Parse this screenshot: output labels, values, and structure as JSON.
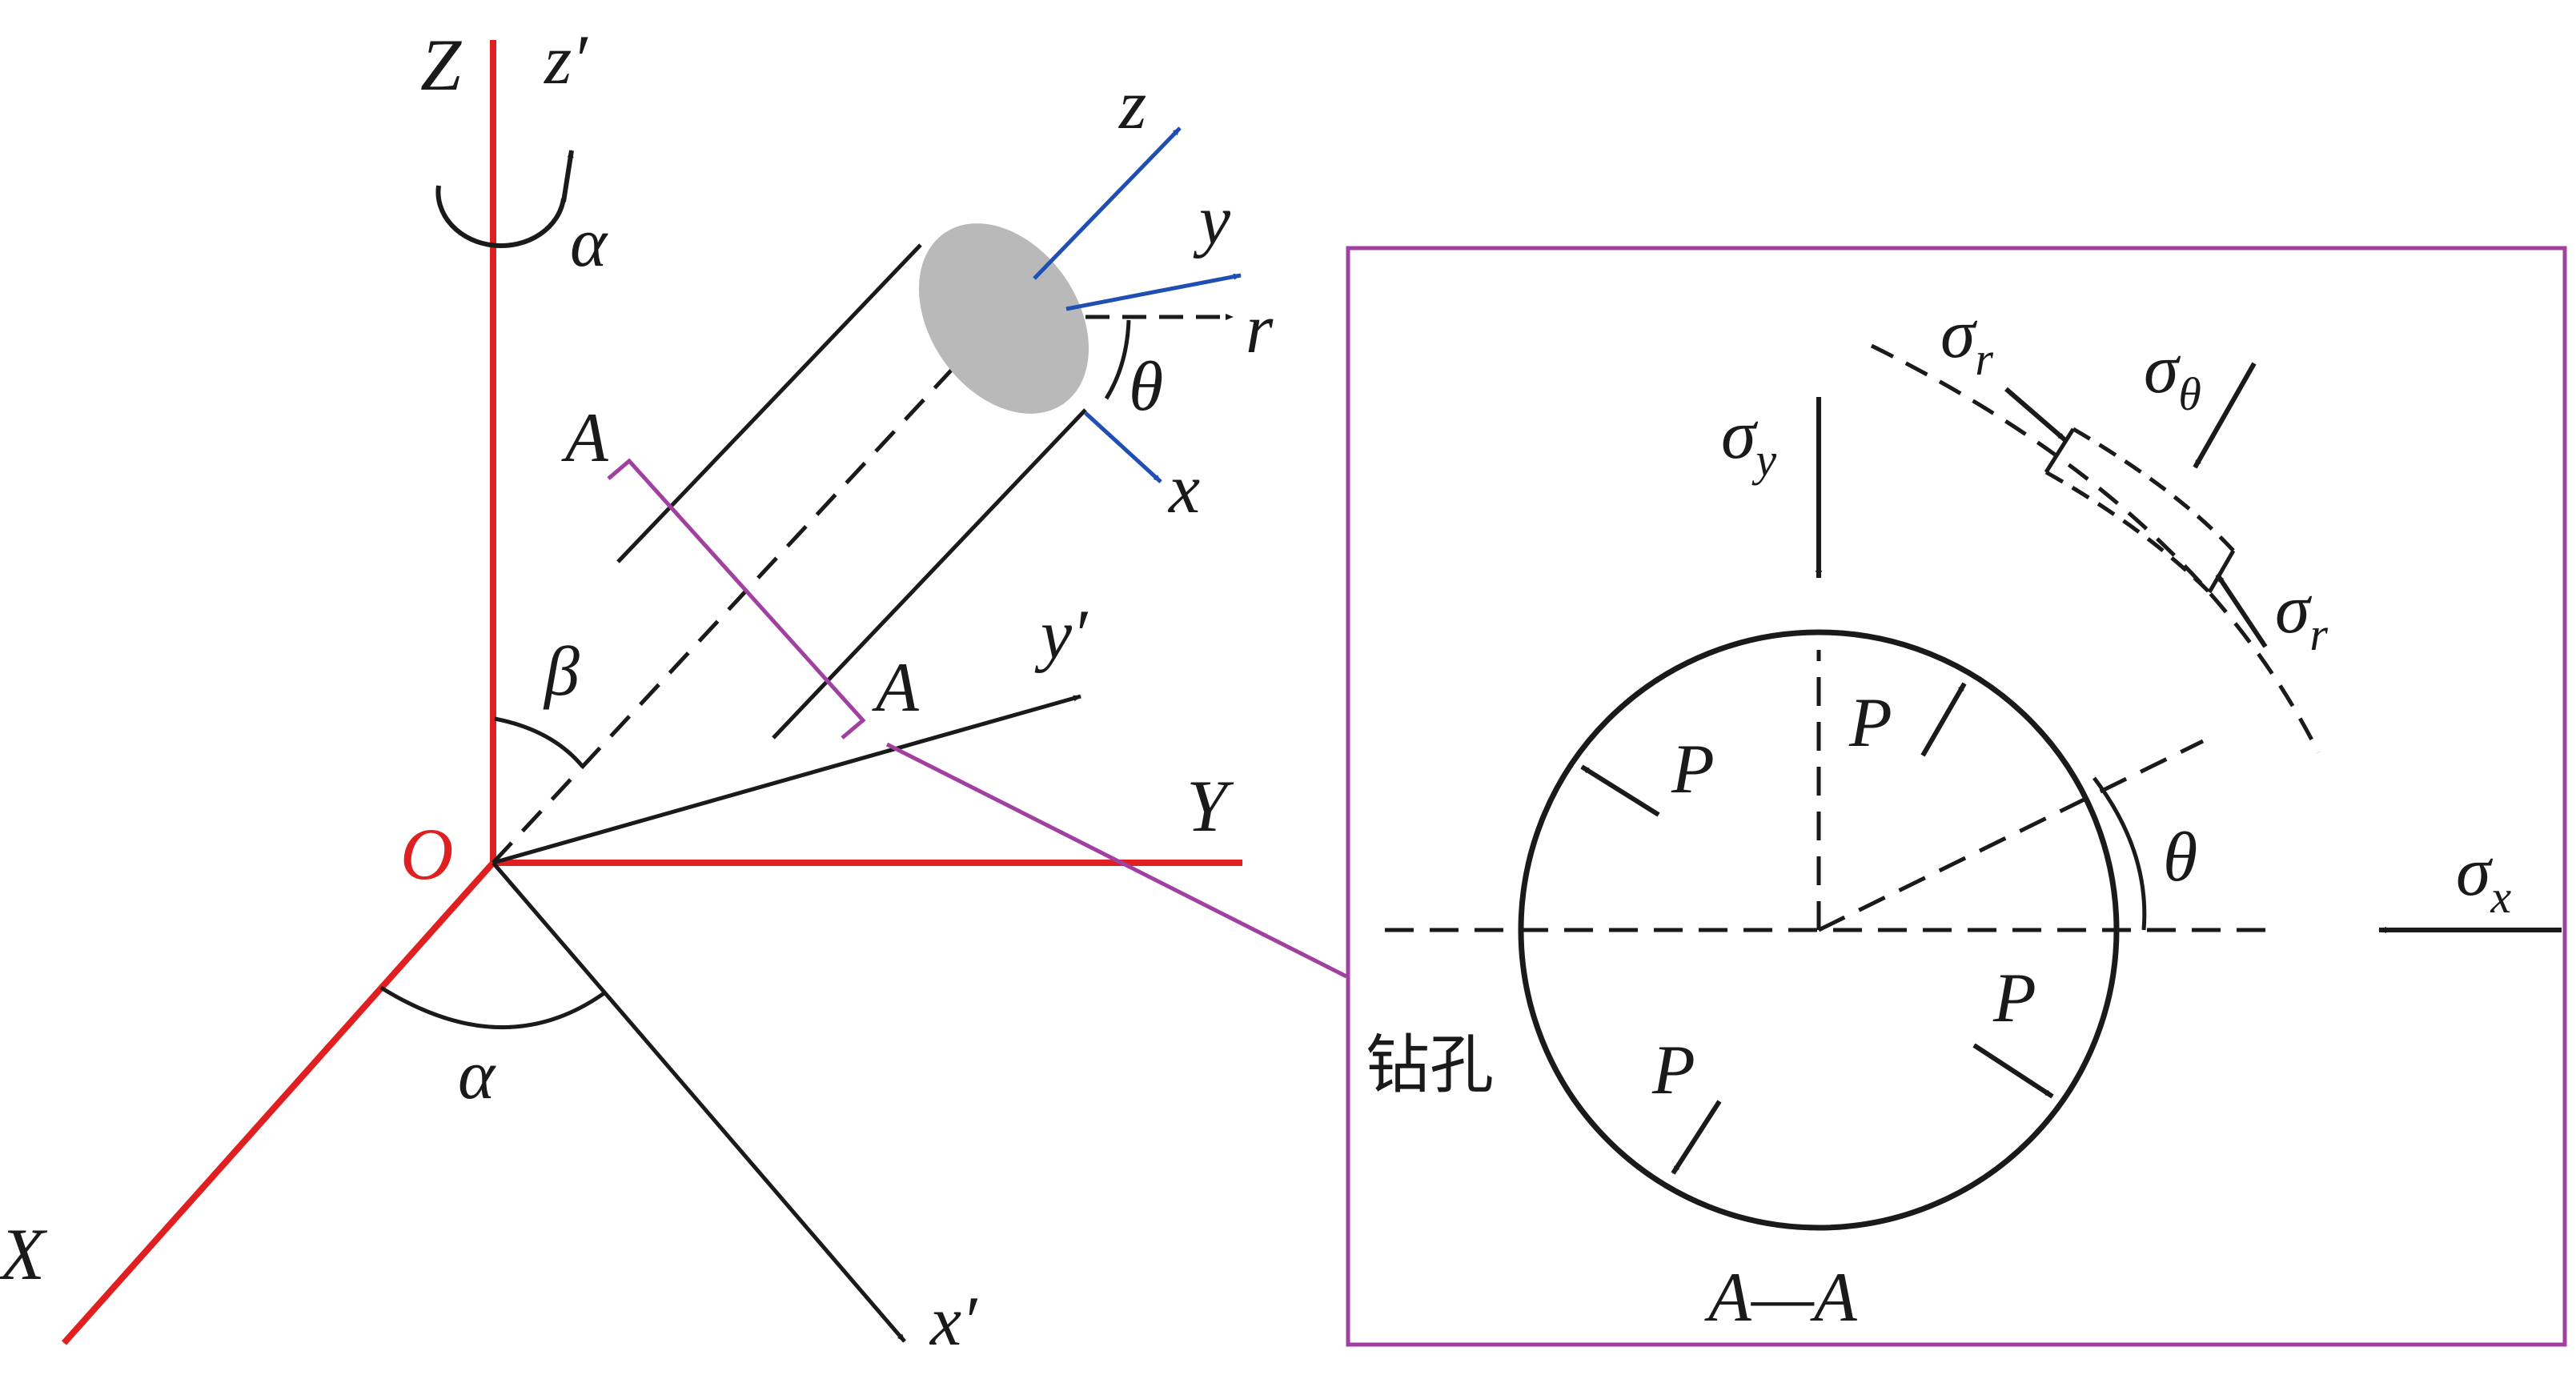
{
  "colors": {
    "global_axis": "#e02020",
    "local_axis": "#1f4fb3",
    "line": "#1a1a1a",
    "section": "#a040a0",
    "borehole_face": "#b9b9b9"
  },
  "labels": {
    "Z": "Z",
    "z_prime": "z′",
    "alpha_top": "α",
    "z": "z",
    "y": "y",
    "r": "r",
    "theta_top": "θ",
    "x": "x",
    "A_top": "A",
    "A_bottom": "A",
    "beta": "β",
    "y_prime": "y′",
    "Y": "Y",
    "O": "O",
    "alpha_bottom": "α",
    "X": "X",
    "x_prime": "x′"
  },
  "section": {
    "sigma": "σ",
    "sub_r": "r",
    "sub_theta": "θ",
    "sub_y": "y",
    "sub_x": "x",
    "P": "P",
    "theta": "θ",
    "borehole": "钻孔",
    "title": "A—A"
  }
}
